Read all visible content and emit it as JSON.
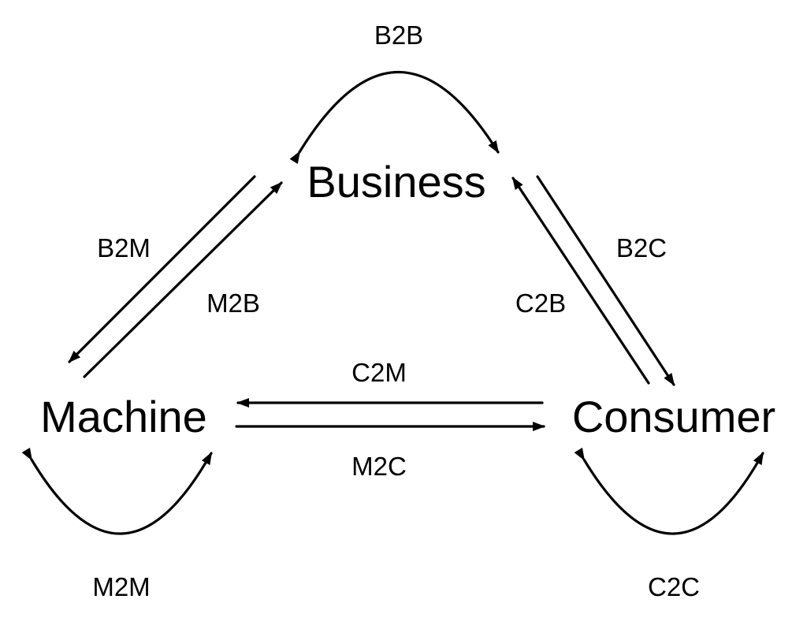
{
  "colors": {
    "ink": "#000000",
    "background": "#ffffff"
  },
  "nodes": {
    "business": "Business",
    "machine": "Machine",
    "consumer": "Consumer"
  },
  "edges": {
    "b2b": "B2B",
    "b2m": "B2M",
    "m2b": "M2B",
    "b2c": "B2C",
    "c2b": "C2B",
    "c2m": "C2M",
    "m2c": "M2C",
    "m2m": "M2M",
    "c2c": "C2C"
  }
}
